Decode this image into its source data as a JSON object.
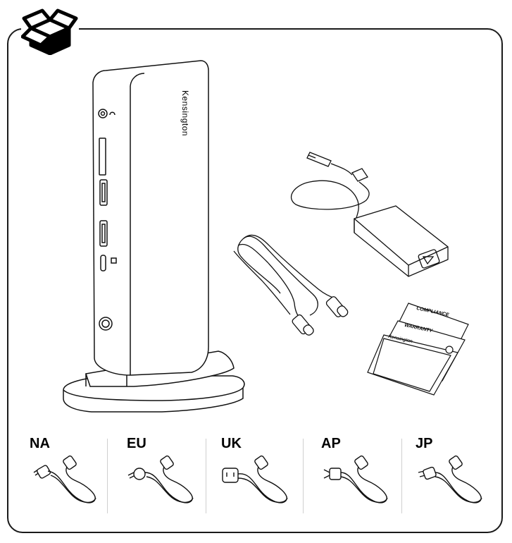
{
  "icons": {
    "package": "open-box-icon",
    "dock": "docking-station-icon",
    "power_adapter": "power-adapter-icon",
    "usb_c_cable": "usb-c-cable-icon",
    "documents": "documents-icon",
    "power_cord": "power-cord-icon"
  },
  "dock": {
    "brand": "Kensington"
  },
  "documents": {
    "compliance": "COMPLIANCE",
    "warranty": "WARRANTY",
    "guide_brand": "Kensington"
  },
  "power_cords": [
    {
      "region": "NA"
    },
    {
      "region": "EU"
    },
    {
      "region": "UK"
    },
    {
      "region": "AP"
    },
    {
      "region": "JP"
    }
  ]
}
